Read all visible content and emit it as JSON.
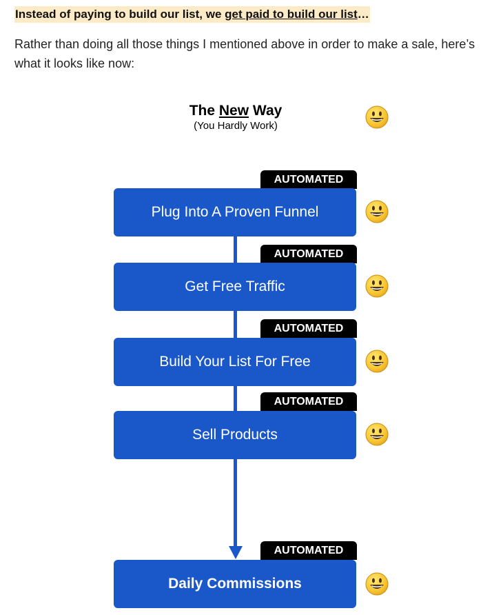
{
  "headline": {
    "part1": "Instead of paying to build our list, we ",
    "part2": "get paid to build our list",
    "part3": "…"
  },
  "paragraph": "Rather than doing all those things I mentioned above in order to make a sale, here’s what it looks like now:",
  "diagram": {
    "title_pre": "The ",
    "title_underlined": "New",
    "title_post": " Way",
    "subtitle": "(You Hardly Work)",
    "steps": [
      {
        "label": "Plug Into A Proven Funnel",
        "tag": "AUTOMATED"
      },
      {
        "label": "Get Free Traffic",
        "tag": "AUTOMATED"
      },
      {
        "label": "Build Your List For Free",
        "tag": "AUTOMATED"
      },
      {
        "label": "Sell Products",
        "tag": "AUTOMATED"
      },
      {
        "label": "Daily Commissions",
        "tag": "AUTOMATED"
      }
    ],
    "icon": "smiley-face-icon",
    "colors": {
      "box": "#1a58c9",
      "tag": "#000000",
      "highlight": "#fdebc8"
    }
  }
}
